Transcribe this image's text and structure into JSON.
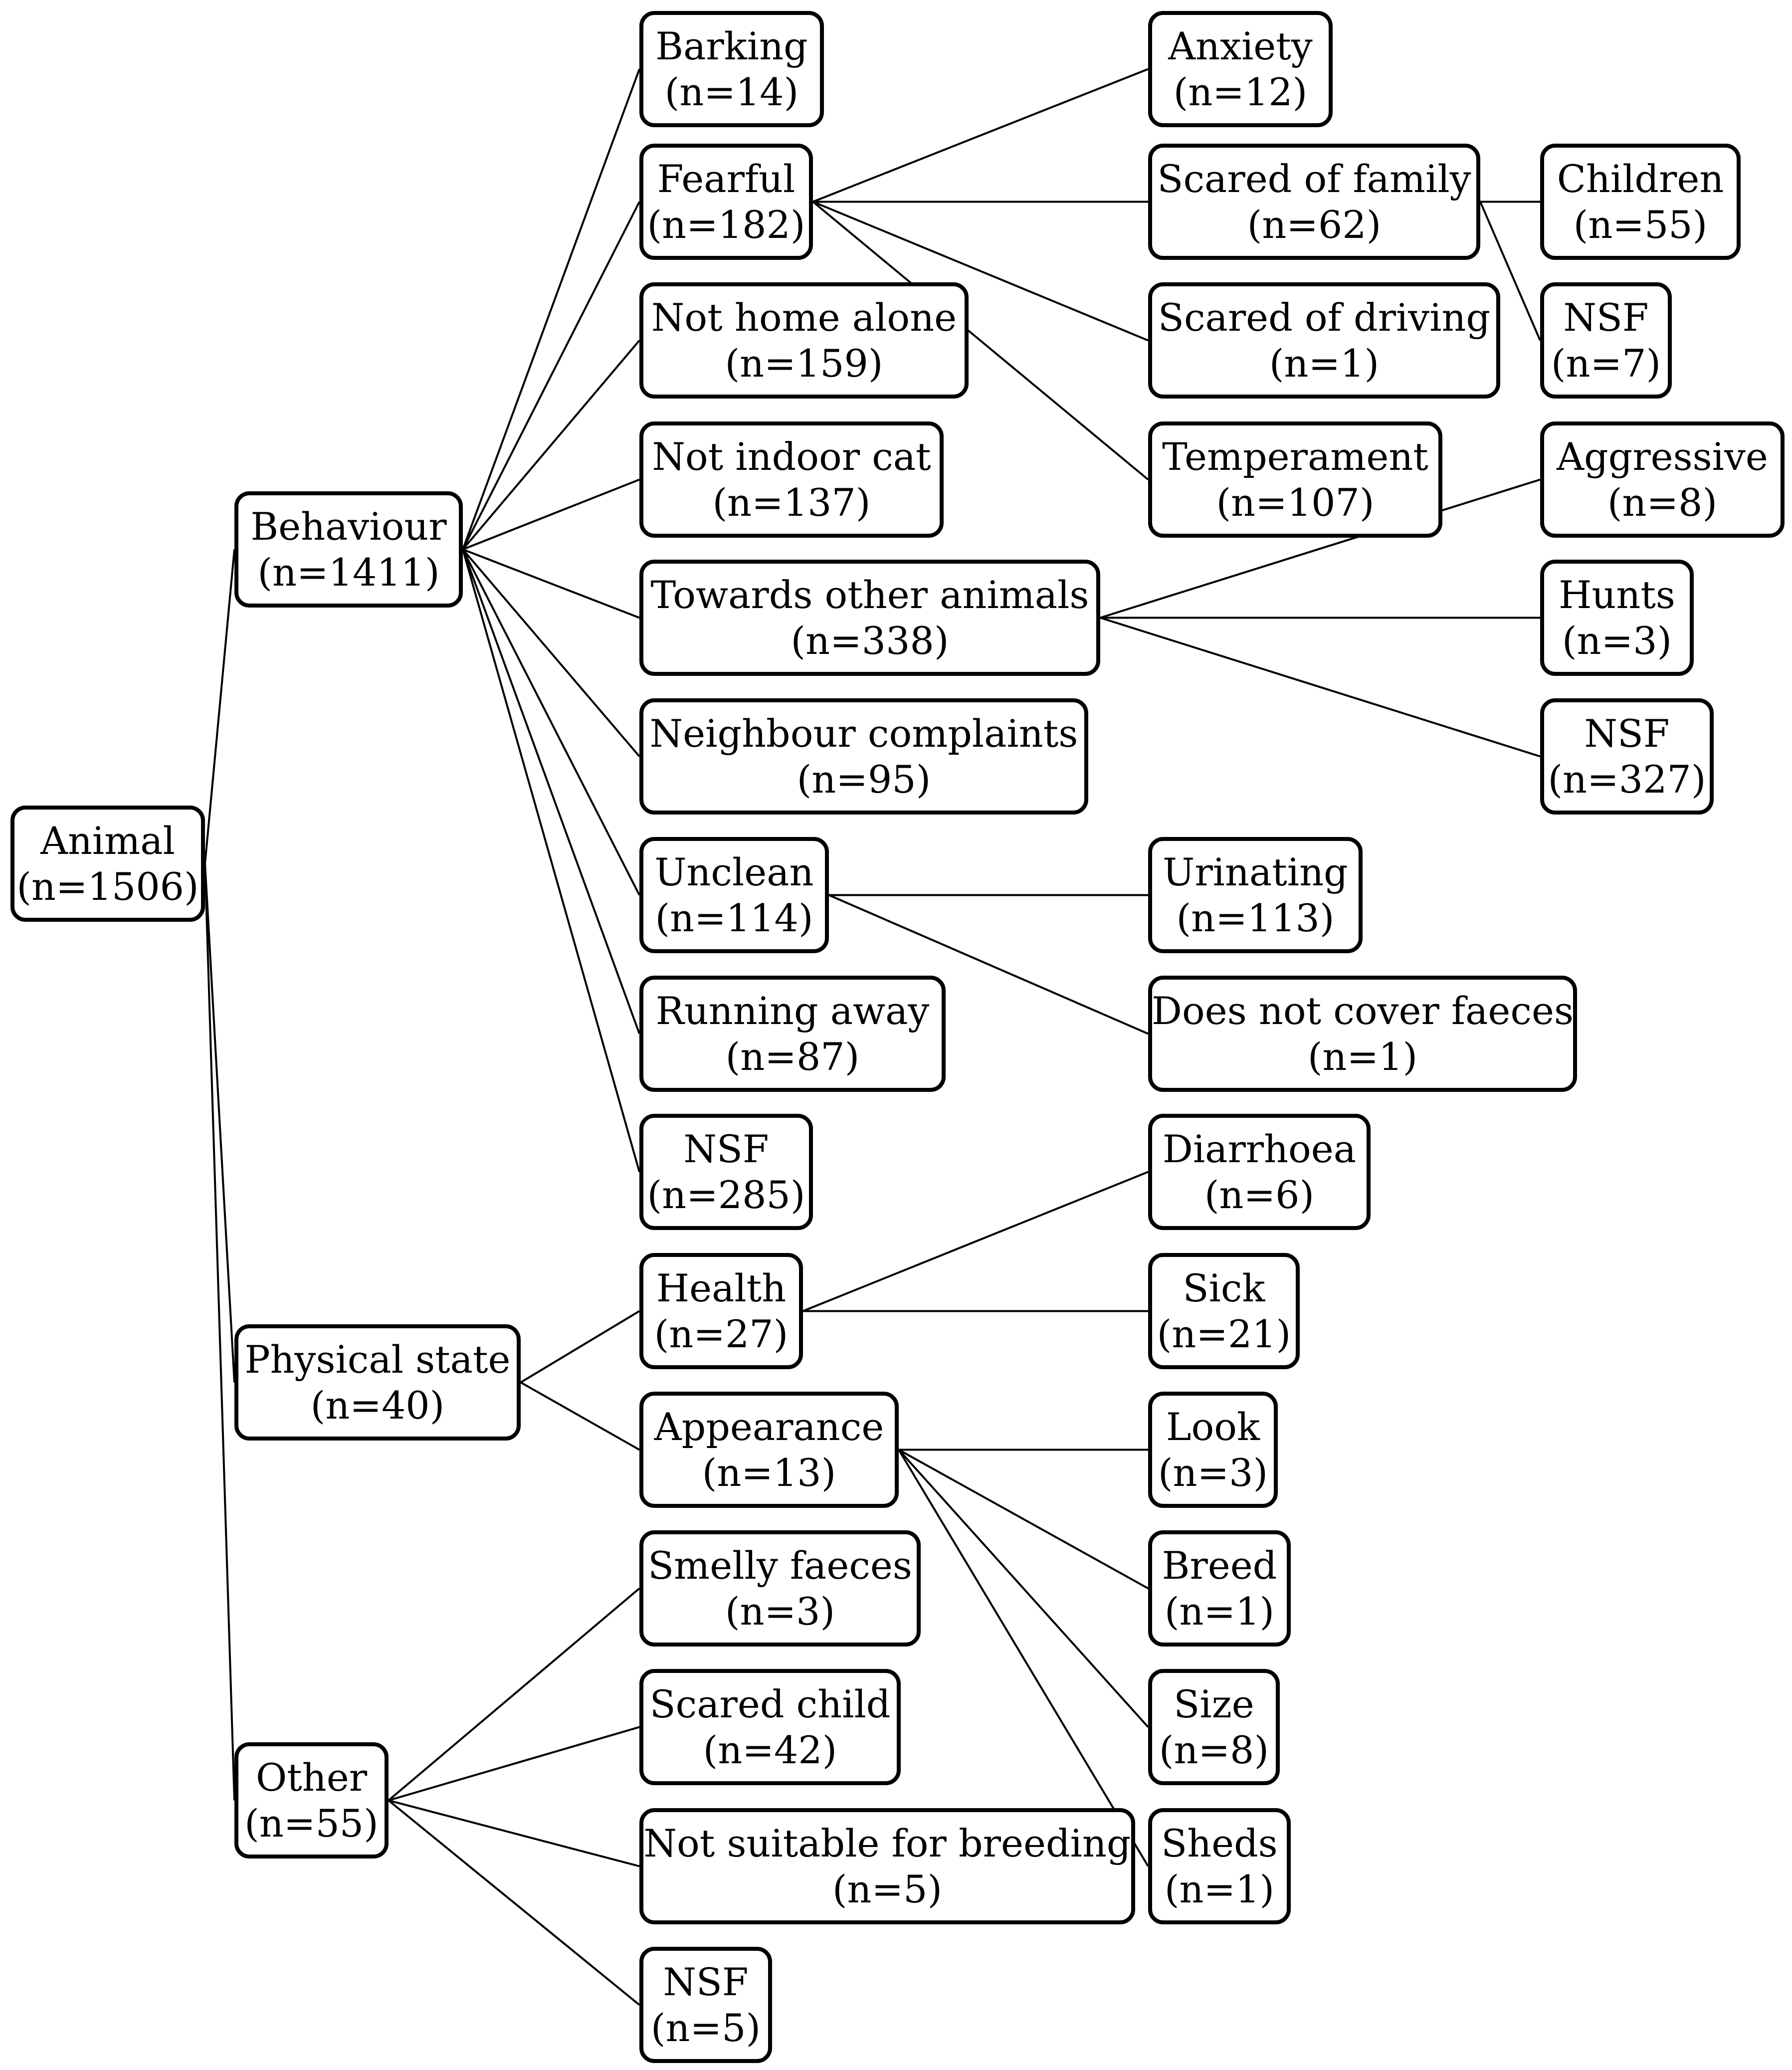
{
  "nodes": {
    "animal": {
      "label": "Animal",
      "count": "(n=1506)"
    },
    "behaviour": {
      "label": "Behaviour",
      "count": "(n=1411)"
    },
    "physical": {
      "label": "Physical state",
      "count": "(n=40)"
    },
    "other": {
      "label": "Other",
      "count": "(n=55)"
    },
    "barking": {
      "label": "Barking",
      "count": "(n=14)"
    },
    "fearful": {
      "label": "Fearful",
      "count": "(n=182)"
    },
    "not_home_alone": {
      "label": "Not home alone",
      "count": "(n=159)"
    },
    "not_indoor_cat": {
      "label": "Not indoor cat",
      "count": "(n=137)"
    },
    "towards_animals": {
      "label": "Towards other animals",
      "count": "(n=338)"
    },
    "neighbour": {
      "label": "Neighbour complaints",
      "count": "(n=95)"
    },
    "unclean": {
      "label": "Unclean",
      "count": "(n=114)"
    },
    "running_away": {
      "label": "Running away",
      "count": "(n=87)"
    },
    "nsf_behaviour": {
      "label": "NSF",
      "count": "(n=285)"
    },
    "health": {
      "label": "Health",
      "count": "(n=27)"
    },
    "appearance": {
      "label": "Appearance",
      "count": "(n=13)"
    },
    "smelly_faeces": {
      "label": "Smelly faeces",
      "count": "(n=3)"
    },
    "scared_child": {
      "label": "Scared child",
      "count": "(n=42)"
    },
    "not_breeding": {
      "label": "Not suitable for breeding",
      "count": "(n=5)"
    },
    "nsf_other": {
      "label": "NSF",
      "count": "(n=5)"
    },
    "anxiety": {
      "label": "Anxiety",
      "count": "(n=12)"
    },
    "scared_family": {
      "label": "Scared of family",
      "count": "(n=62)"
    },
    "scared_driving": {
      "label": "Scared of driving",
      "count": "(n=1)"
    },
    "temperament": {
      "label": "Temperament",
      "count": "(n=107)"
    },
    "urinating": {
      "label": "Urinating",
      "count": "(n=113)"
    },
    "no_cover_faeces": {
      "label": "Does not cover faeces",
      "count": "(n=1)"
    },
    "diarrhoea": {
      "label": "Diarrhoea",
      "count": "(n=6)"
    },
    "sick": {
      "label": "Sick",
      "count": "(n=21)"
    },
    "look": {
      "label": "Look",
      "count": "(n=3)"
    },
    "breed": {
      "label": "Breed",
      "count": "(n=1)"
    },
    "size": {
      "label": "Size",
      "count": "(n=8)"
    },
    "sheds": {
      "label": "Sheds",
      "count": "(n=1)"
    },
    "children": {
      "label": "Children",
      "count": "(n=55)"
    },
    "nsf_family": {
      "label": "NSF",
      "count": "(n=7)"
    },
    "aggressive": {
      "label": "Aggressive",
      "count": "(n=8)"
    },
    "hunts": {
      "label": "Hunts",
      "count": "(n=3)"
    },
    "nsf_towards": {
      "label": "NSF",
      "count": "(n=327)"
    }
  },
  "edges": [
    [
      "animal",
      "behaviour"
    ],
    [
      "animal",
      "physical"
    ],
    [
      "animal",
      "other"
    ],
    [
      "behaviour",
      "barking"
    ],
    [
      "behaviour",
      "fearful"
    ],
    [
      "behaviour",
      "not_home_alone"
    ],
    [
      "behaviour",
      "not_indoor_cat"
    ],
    [
      "behaviour",
      "towards_animals"
    ],
    [
      "behaviour",
      "neighbour"
    ],
    [
      "behaviour",
      "unclean"
    ],
    [
      "behaviour",
      "running_away"
    ],
    [
      "behaviour",
      "nsf_behaviour"
    ],
    [
      "physical",
      "health"
    ],
    [
      "physical",
      "appearance"
    ],
    [
      "other",
      "smelly_faeces"
    ],
    [
      "other",
      "scared_child"
    ],
    [
      "other",
      "not_breeding"
    ],
    [
      "other",
      "nsf_other"
    ],
    [
      "fearful",
      "anxiety"
    ],
    [
      "fearful",
      "scared_family"
    ],
    [
      "fearful",
      "scared_driving"
    ],
    [
      "fearful",
      "temperament"
    ],
    [
      "scared_family",
      "children"
    ],
    [
      "scared_family",
      "nsf_family"
    ],
    [
      "towards_animals",
      "aggressive"
    ],
    [
      "towards_animals",
      "hunts"
    ],
    [
      "towards_animals",
      "nsf_towards"
    ],
    [
      "unclean",
      "urinating"
    ],
    [
      "unclean",
      "no_cover_faeces"
    ],
    [
      "health",
      "diarrhoea"
    ],
    [
      "health",
      "sick"
    ],
    [
      "appearance",
      "look"
    ],
    [
      "appearance",
      "breed"
    ],
    [
      "appearance",
      "size"
    ],
    [
      "appearance",
      "sheds"
    ]
  ]
}
